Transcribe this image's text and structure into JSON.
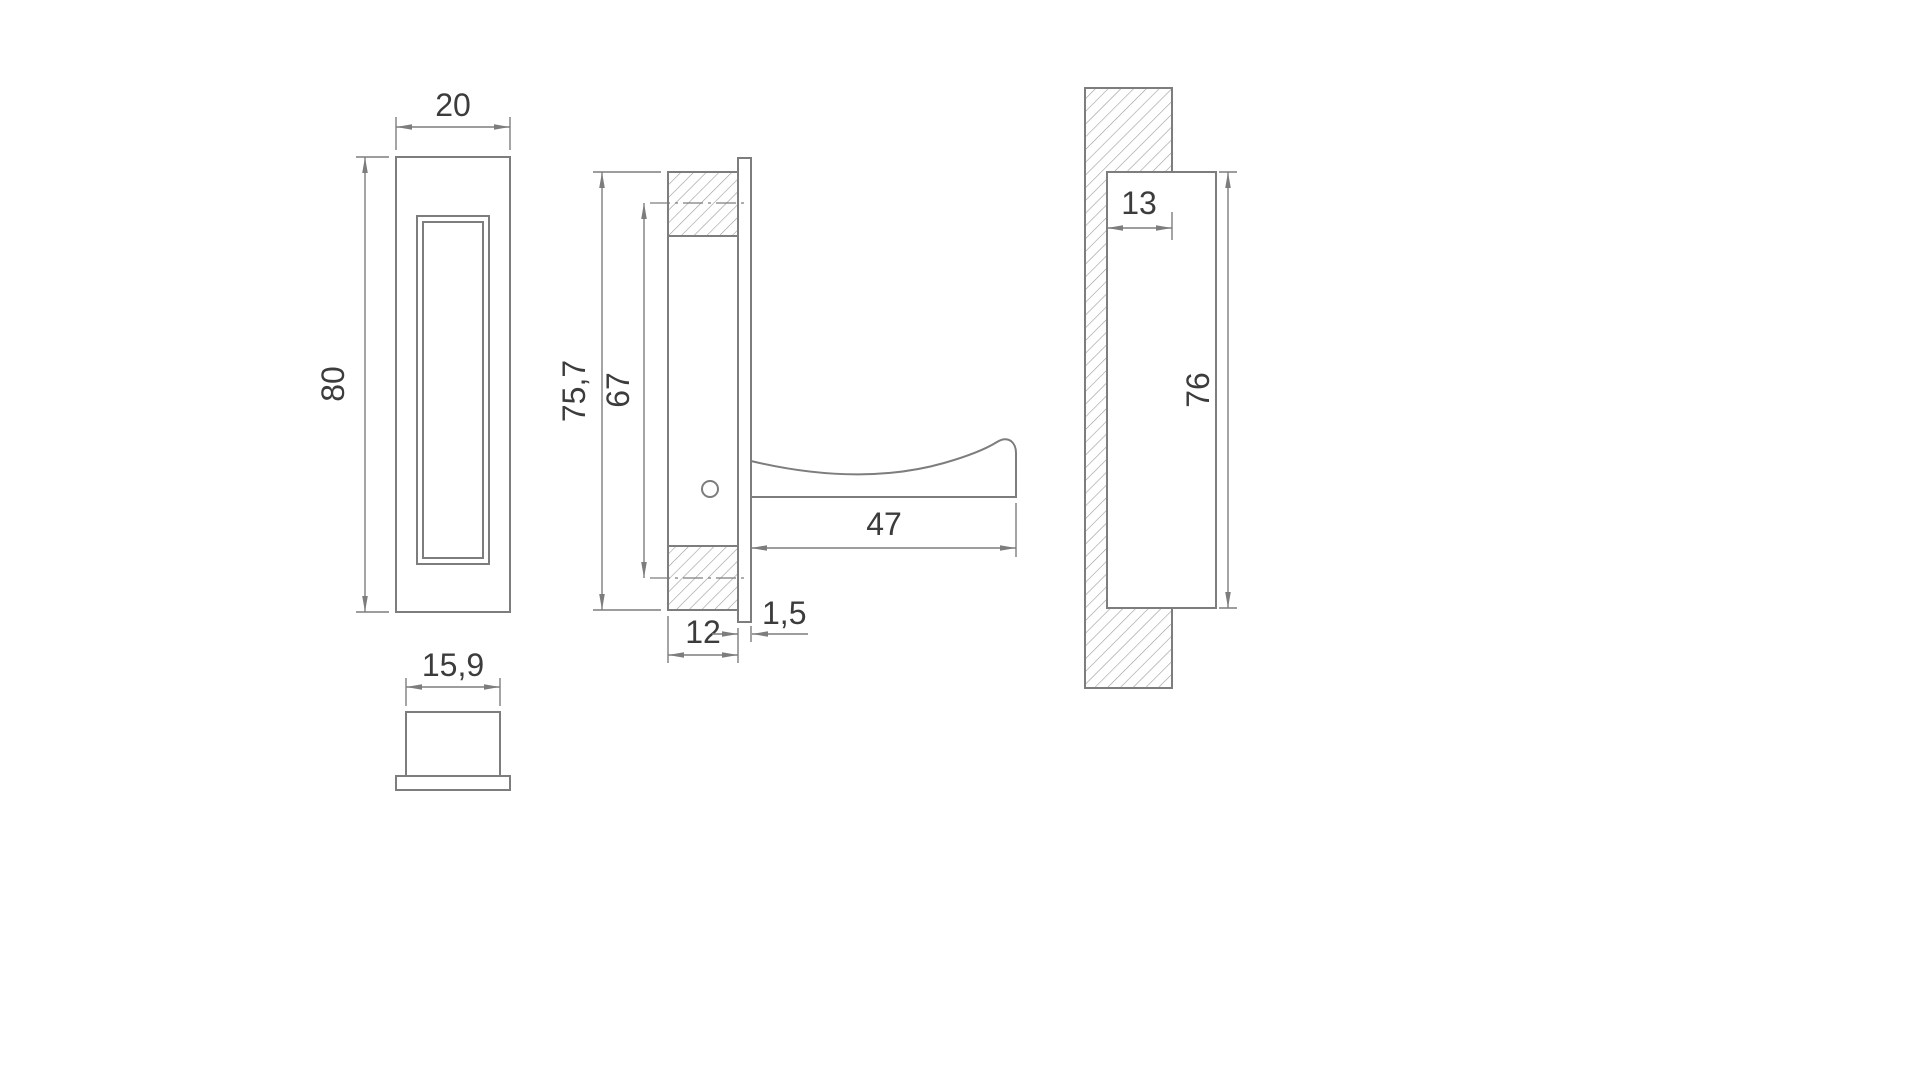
{
  "colors": {
    "line": "#7d7d7d",
    "hatch": "#9b9b9b",
    "text": "#3c3c3c",
    "background": "#ffffff"
  },
  "dimensions": {
    "front_width": "20",
    "front_height": "80",
    "bottom_width": "15,9",
    "side_total_height": "75,7",
    "side_inner_height": "67",
    "side_body_width": "12",
    "side_plate_thickness": "1,5",
    "side_hook_length": "47",
    "wall_recess_depth": "13",
    "wall_recess_height": "76"
  }
}
